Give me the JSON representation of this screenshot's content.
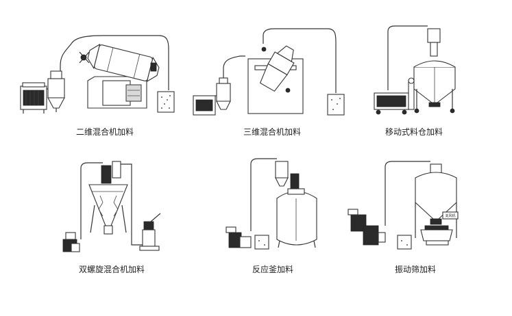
{
  "diagram": {
    "captions": [
      "二维混合机加料",
      "三维混合机加料",
      "移动式料仓加料",
      "双螺旋混合机加料",
      "反应釜加料",
      "振动筛加料"
    ],
    "tag_text": "关风机"
  }
}
